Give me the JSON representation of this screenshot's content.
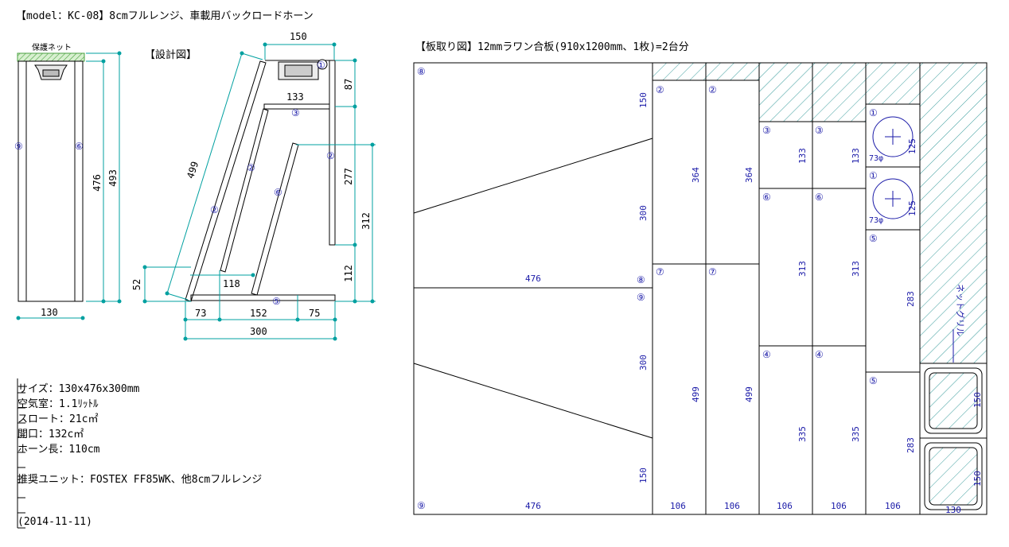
{
  "title": "【model：KC-08】8cmフルレンジ、車載用バックロードホーン",
  "design_label": "【設計図】",
  "net_label": "保護ネット",
  "cut_label": "【板取り図】12mmラワン合板(910x1200mm、1枚)=2台分",
  "specs": [
    "サイズ：130x476x300mm",
    "空気室：1.1ﾘｯﾄﾙ",
    "スロート：21c㎡",
    "開口：132c㎡",
    "ホーン長：110cm",
    "",
    "推奨ユニット：FOSTEX FF85WK、他8cmフルレンジ",
    "",
    "",
    "(2014-11-11)"
  ],
  "marks": {
    "m1": "①",
    "m2": "②",
    "m3": "③",
    "m4": "④",
    "m5": "⑤",
    "m6": "⑥",
    "m7": "⑦",
    "m8": "⑧",
    "m9": "⑨"
  },
  "front_dims": {
    "width": "130",
    "inner_height": "476",
    "outer_height": "493"
  },
  "side_dims": {
    "top": "150",
    "inner": "133",
    "h87": "87",
    "h277": "277",
    "h312": "312",
    "h112": "112",
    "slant": "499",
    "h52": "52",
    "w118": "118",
    "b73": "73",
    "b152": "152",
    "b75": "75",
    "base": "300"
  },
  "cut_dims": {
    "d476": "476",
    "d150": "150",
    "d300": "300",
    "d364": "364",
    "d499": "499",
    "d133": "133",
    "d313": "313",
    "d335": "335",
    "d125": "125",
    "d283": "283",
    "d106": "106",
    "d130": "130",
    "d73phi": "73φ",
    "net_grill": "ネットグリル"
  }
}
